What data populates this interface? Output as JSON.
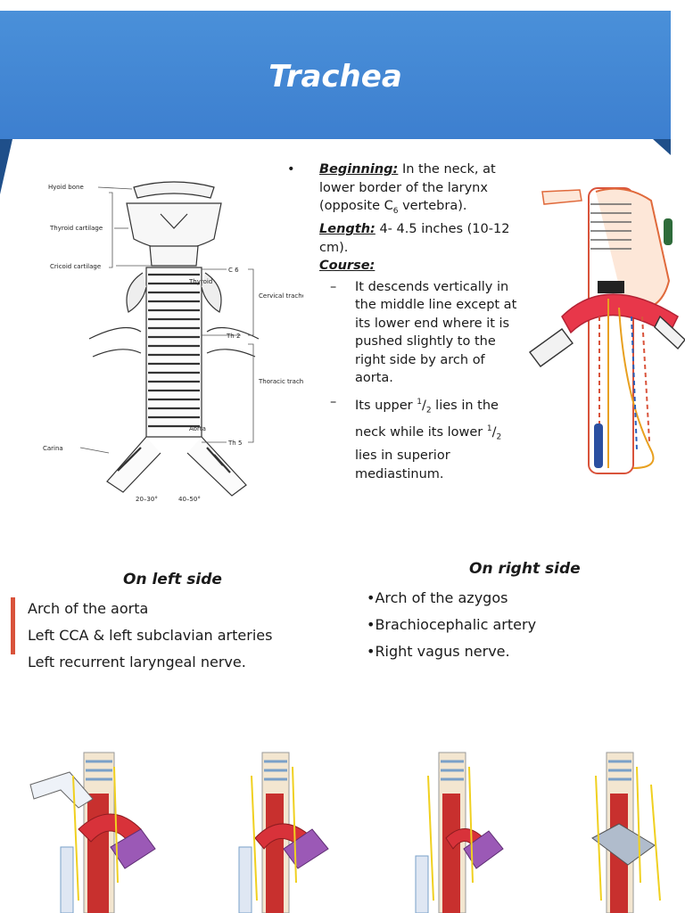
{
  "header": {
    "title": "Trachea"
  },
  "figure_labels": {
    "hyoid_bone": "Hyoid bone",
    "thyroid_cartilage": "Thyroid cartilage",
    "cricoid_cartilage": "Cricoid cartilage",
    "c6": "C 6",
    "thyroid": "Thyroid",
    "cervical_trachea": "Cervical trachea",
    "th2": "Th 2",
    "thoracic_trachea": "Thoracic trachea",
    "aorta": "Aorta",
    "th5": "Th 5",
    "carina": "Carina",
    "angle_right": "20–30°",
    "angle_left": "40–50°"
  },
  "bullets": {
    "beginning_label": "Beginning:",
    "beginning_text": "In the neck, at lower border of the larynx (opposite C",
    "beginning_sub": "6",
    "beginning_end": " vertebra).",
    "length_label": "Length:",
    "length_text": "4- 4.5 inches (10-12 cm).",
    "course_label": "Course:",
    "course_1": "It descends vertically in the middle line except at its lower end where it is pushed slightly to the right side by arch of aorta.",
    "course_2_a": "Its upper ",
    "course_2_b": " lies in the neck while its lower ",
    "course_2_c": " lies in superior mediastinum.",
    "half_num": "1",
    "half_den": "2"
  },
  "left_side": {
    "heading": "On left side",
    "items": [
      "Arch of the aorta",
      "Left CCA & left subclavian arteries",
      "Left recurrent laryngeal nerve."
    ]
  },
  "right_side": {
    "heading": "On right side",
    "items": [
      "•Arch of the azygos",
      "•Brachiocephalic artery",
      "•Right vagus nerve."
    ]
  },
  "colors": {
    "banner": "#4a90d9",
    "banner_dark": "#1f4f8a",
    "accent_bar": "#d9533b"
  }
}
